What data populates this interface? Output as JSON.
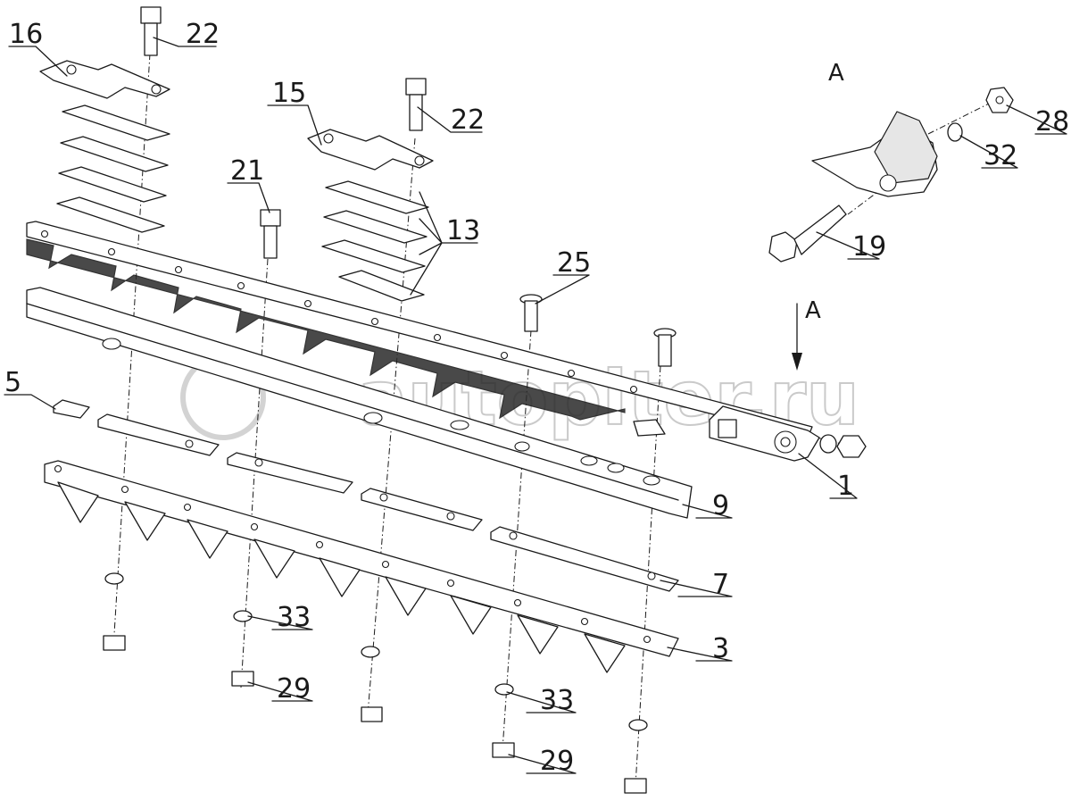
{
  "watermark": "autopiter.ru",
  "view_label_detail": "A",
  "view_label_arrow": "A",
  "labels": {
    "p16": "16",
    "p22a": "22",
    "p22b": "22",
    "p15": "15",
    "p21": "21",
    "p13": "13",
    "p25": "25",
    "p5": "5",
    "p9": "9",
    "p1": "1",
    "p7": "7",
    "p3": "3",
    "p33a": "33",
    "p33b": "33",
    "p29a": "29",
    "p29b": "29",
    "p28": "28",
    "p32": "32",
    "p19": "19"
  }
}
